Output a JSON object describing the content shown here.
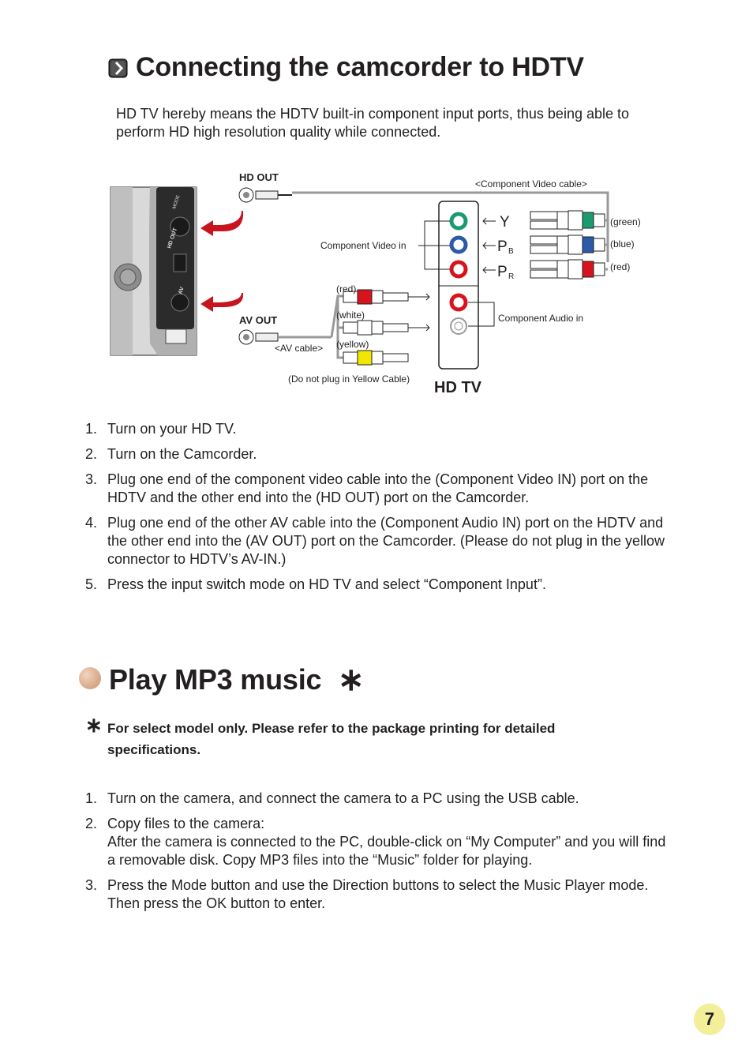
{
  "section1": {
    "title": "Connecting the camcorder to HDTV",
    "intro": "HD TV hereby means the HDTV built-in component input ports, thus being able to perform HD high resolution quality while connected."
  },
  "diagram": {
    "hd_out": "HD OUT",
    "av_out": "AV OUT",
    "component_video_cable": "<Component Video cable>",
    "av_cable": "<AV cable>",
    "component_video_in": "Component Video in",
    "component_audio_in": "Component Audio in",
    "green": "(green)",
    "blue": "(blue)",
    "red_right": "(red)",
    "red_left": "(red)",
    "white": "(white)",
    "yellow": "(yellow)",
    "do_not_plug": "(Do not plug in Yellow Cable)",
    "hd_tv": "HD TV",
    "port_y": "Y",
    "port_pb": "P",
    "port_pb_sub": "B",
    "port_pr": "P",
    "port_pr_sub": "R",
    "cam_mode": "MODE",
    "cam_hd_out": "HD OUT",
    "cam_av": "AV",
    "colors": {
      "green": "#1a9a70",
      "blue": "#2a5aa8",
      "red": "#d7141e",
      "yellow": "#f1e600",
      "arrow_red": "#c8141e"
    }
  },
  "steps1": [
    {
      "num": "1.",
      "text": "Turn on your HD TV."
    },
    {
      "num": "2.",
      "text": "Turn on the Camcorder."
    },
    {
      "num": "3.",
      "text": "Plug one end of the component video cable into the (Component Video IN) port on the HDTV and the other end into the (HD OUT) port on the Camcorder."
    },
    {
      "num": "4.",
      "text": "Plug one end of the other AV cable into the (Component Audio IN) port on the HDTV and the other end into the (AV OUT) port on the Camcorder.  (Please do not plug in the yellow connector to HDTV’s AV-IN.)"
    },
    {
      "num": "5.",
      "text": "Press the input switch mode on HD TV and select “Component Input”."
    }
  ],
  "section2": {
    "title": "Play MP3 music",
    "asterisk": "∗",
    "note": "For select model only. Please refer to the package printing for detailed specifications."
  },
  "steps2": [
    {
      "num": "1.",
      "text": "Turn on the camera, and connect the camera to a PC using the USB cable."
    },
    {
      "num": "2.",
      "text": "Copy files to the camera:",
      "sub": "After the camera is connected to the PC, double-click on “My Computer” and you will find a removable disk. Copy MP3 files into the “Music” folder for playing."
    },
    {
      "num": "3.",
      "text": "Press the Mode button and use the Direction buttons to select the Music Player mode. Then press the OK button to enter."
    }
  ],
  "page_number": "7"
}
